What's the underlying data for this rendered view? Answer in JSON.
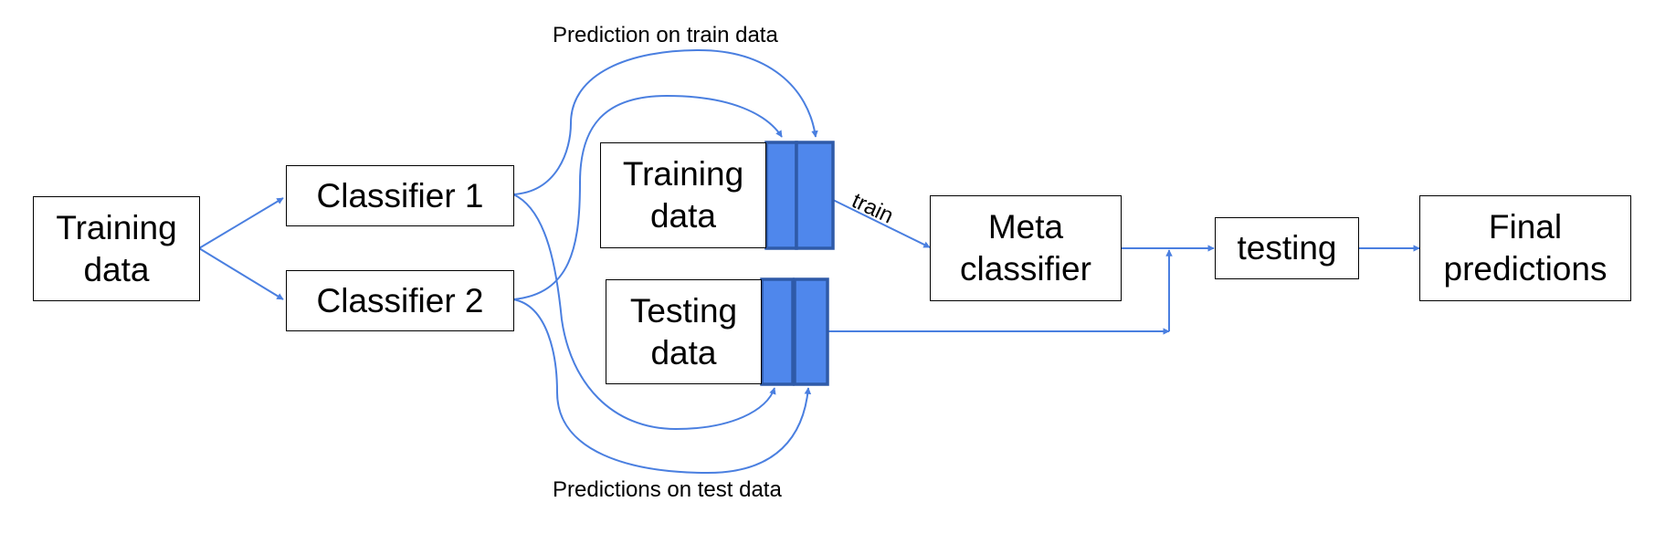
{
  "nodes": {
    "training_data": "Training\ndata",
    "classifier_1": "Classifier 1",
    "classifier_2": "Classifier 2",
    "stack_training_data": "Training\ndata",
    "stack_testing_data": "Testing\ndata",
    "meta_classifier": "Meta\nclassifier",
    "testing": "testing",
    "final_predictions": "Final\npredictions"
  },
  "edge_labels": {
    "train_predictions": "Prediction on train data",
    "test_predictions": "Predictions on test data",
    "train": "train"
  },
  "colors": {
    "arrow": "#4a7fe0",
    "column_fill": "#4f87ec",
    "column_border": "#2f5aa8",
    "box_border": "#000000"
  }
}
